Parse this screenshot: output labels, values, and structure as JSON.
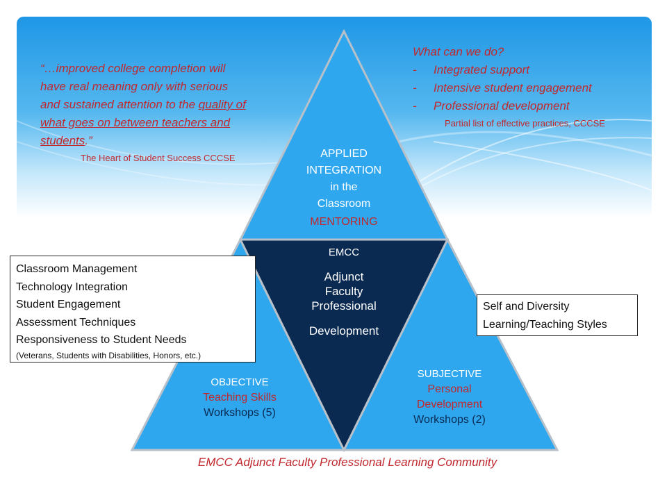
{
  "colors": {
    "triangle_light": "#2fa7ef",
    "triangle_dark": "#0b2a52",
    "triangle_edge": "#b8c1c9",
    "accent_red": "#c0282e",
    "white": "#ffffff"
  },
  "quote": {
    "open": "“…improved college completion will have real meaning only with serious and sustained attention to the ",
    "underlined": "quality of what goes on between teachers and students",
    "close": ".”",
    "source": "The Heart of Student Success CCCSE"
  },
  "practices": {
    "heading": "What can we do?",
    "items": [
      "Integrated support",
      "Intensive student engagement",
      "Professional development"
    ],
    "dash": "-",
    "source": "Partial list of effective practices, CCCSE"
  },
  "top_triangle": {
    "lines": [
      "APPLIED",
      "INTEGRATION",
      "in the",
      "Classroom"
    ],
    "highlight": "MENTORING"
  },
  "center_triangle": {
    "org": "EMCC",
    "lines": [
      "Adjunct",
      "Faculty",
      "Professional"
    ],
    "last": "Development"
  },
  "left_triangle": {
    "label": "OBJECTIVE",
    "highlight": "Teaching Skills",
    "workshops": "Workshops (5)"
  },
  "right_triangle": {
    "label": "SUBJECTIVE",
    "highlight_lines": [
      "Personal",
      "Development"
    ],
    "workshops": "Workshops (2)"
  },
  "left_box": {
    "items": [
      "Classroom Management",
      "Technology Integration",
      "Student Engagement",
      "Assessment Techniques",
      "Responsiveness to Student Needs"
    ],
    "note": "(Veterans, Students with Disabilities, Honors, etc.)"
  },
  "right_box": {
    "items": [
      "Self and Diversity",
      "Learning/Teaching Styles"
    ]
  },
  "footer": "EMCC Adjunct Faculty Professional Learning Community"
}
